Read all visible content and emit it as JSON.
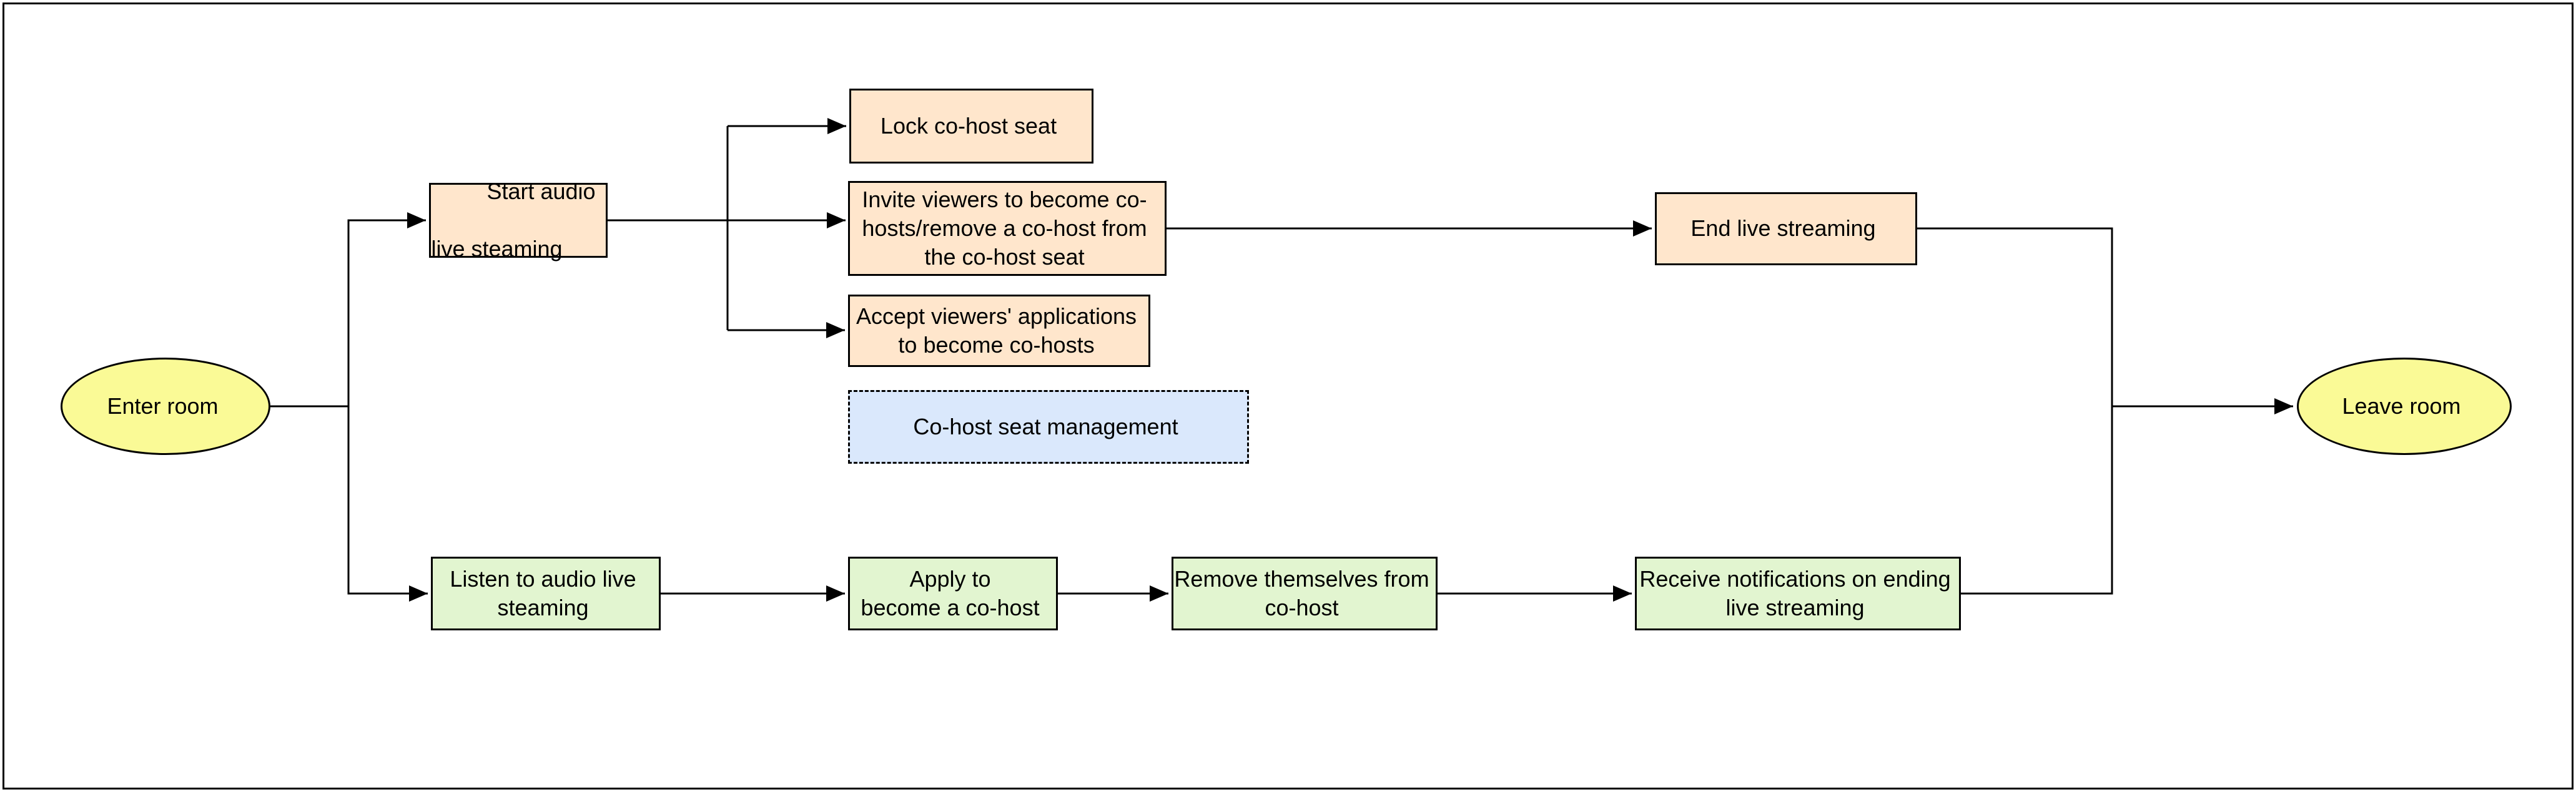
{
  "diagram": {
    "description": "Audio live streaming room flowchart",
    "colors": {
      "host_action_fill": "#FFE6CC",
      "viewer_action_fill": "#E2F5D0",
      "terminal_fill": "#FAFA96",
      "management_fill": "#DAE8FC",
      "stroke": "#000000",
      "background": "#FFFFFF"
    },
    "nodes": {
      "enter_room": {
        "label": "Enter room",
        "shape": "ellipse"
      },
      "start_audio": {
        "line1": "Start audio",
        "line2": "live steaming",
        "shape": "rect"
      },
      "lock_seat": {
        "label": "Lock co-host seat",
        "shape": "rect"
      },
      "invite": {
        "label": "Invite viewers to become co-\nhosts/remove a co-host from\nthe co-host seat",
        "shape": "rect"
      },
      "accept": {
        "label": "Accept viewers' applications\nto become co-hosts",
        "shape": "rect"
      },
      "management": {
        "label": "Co-host seat management",
        "shape": "rect-dashed"
      },
      "end_live": {
        "label": "End live streaming",
        "shape": "rect"
      },
      "leave_room": {
        "label": "Leave room",
        "shape": "ellipse"
      },
      "listen": {
        "label": "Listen to audio live\nsteaming",
        "shape": "rect"
      },
      "apply": {
        "label": "Apply to\nbecome a co-host",
        "shape": "rect"
      },
      "remove_self": {
        "label": "Remove themselves from\nco-host",
        "shape": "rect"
      },
      "receive": {
        "label": "Receive notifications on ending\nlive streaming",
        "shape": "rect"
      }
    },
    "edges": [
      {
        "from": "enter_room",
        "to": "start_audio"
      },
      {
        "from": "enter_room",
        "to": "listen"
      },
      {
        "from": "start_audio",
        "to": "lock_seat"
      },
      {
        "from": "start_audio",
        "to": "invite"
      },
      {
        "from": "start_audio",
        "to": "accept"
      },
      {
        "from": "invite",
        "to": "end_live"
      },
      {
        "from": "end_live",
        "to": "leave_room"
      },
      {
        "from": "listen",
        "to": "apply"
      },
      {
        "from": "apply",
        "to": "remove_self"
      },
      {
        "from": "remove_self",
        "to": "receive"
      },
      {
        "from": "receive",
        "to": "leave_room"
      }
    ]
  }
}
